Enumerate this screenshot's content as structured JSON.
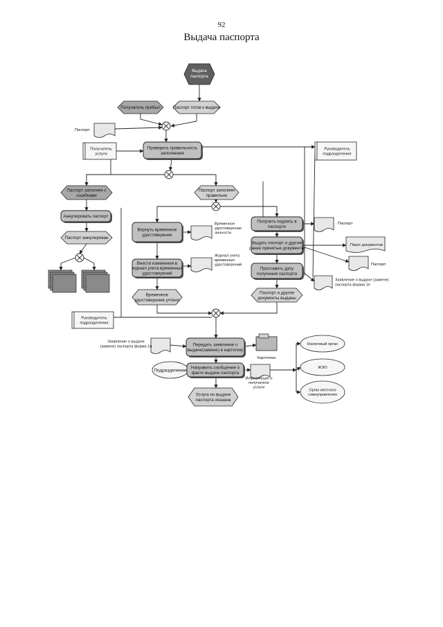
{
  "page": {
    "number": "92",
    "title": "Выдача паспорта"
  },
  "nodes": {
    "start": "Выдача паспорта",
    "evt_ready": "Паспорт готов к выдаче",
    "evt_recipient_arrived": "Получатель прибыл",
    "doc_passport_top": "Паспорт",
    "org_service_recipient": "Получатель услуги",
    "func_check_fill": "Проверить правильность заполнения",
    "org_head_right": "Руководитель подразделения",
    "evt_filled_with_errors": "Паспорт заполнен с ошибками",
    "evt_filled_correctly": "Паспорт заполнен правильно",
    "func_annul": "Аннулировать паспорт",
    "evt_annulled": "Паспорт аннулирован",
    "evt_small_left": "",
    "evt_small_right": "",
    "func_return_temp": "Вернуть временное удостоверение",
    "doc_temp_id": "Временное удостоверение личности",
    "func_record_journal": "Внести изменения в журнал учета временных удостоверений",
    "doc_temp_journal": "Журнал учета временных удостоверений",
    "evt_temp_returned": "Временное удостоверение учтено",
    "org_head_left": "Руководитель подразделения",
    "func_get_signature": "Получить подпись в паспорте",
    "doc_passport_right": "Паспорт",
    "func_hand_over": "Выдать паспорт и другие ранее принятые документы",
    "doc_package": "Пакет документов",
    "doc_passport_right2": "Паспорт",
    "func_set_date": "Проставить дату получения паспорта",
    "doc_application_right": "Заявление о выдаче (замене) паспорта форма 1п",
    "evt_passport_handed": "Паспорт и другие документы выданы",
    "doc_application_left": "Заявление о выдаче (замене) паспорта форма 1п",
    "func_file_card": "Передать заявление о выдаче(замене) в картотеку",
    "doc_card_index": "Картотека",
    "org_dept": "Подразделение",
    "func_send_message": "Направить сообщение о факте выдачи паспорта",
    "doc_recipient_info": "Информация о получателе услуги",
    "evt_service_done": "Услуга по выдаче паспорта оказана",
    "org_tax": "Налоговый орган",
    "org_zheo": "ЖЭО",
    "org_local_gov": "Орган местного самоуправления"
  }
}
